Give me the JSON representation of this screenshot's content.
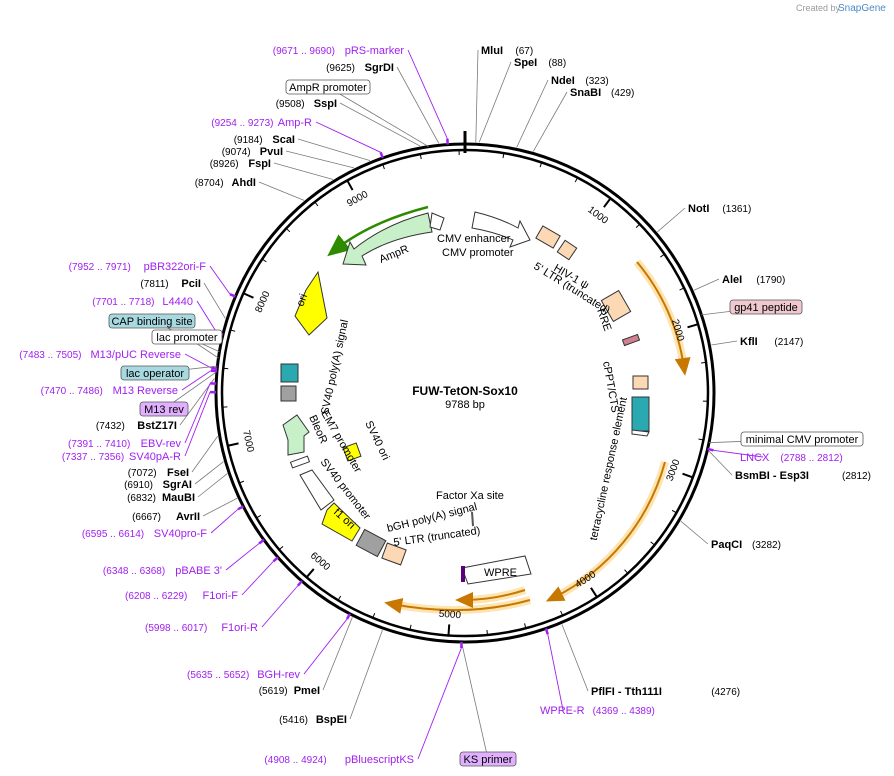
{
  "credit": {
    "prefix": "Created by",
    "brand": "SnapGene"
  },
  "map": {
    "name": "FUW-TetON-Sox10",
    "length": "9788 bp",
    "total_bp": 9788
  },
  "ticks": [
    {
      "bp": 1000,
      "label": "1000"
    },
    {
      "bp": 2000,
      "label": "2000"
    },
    {
      "bp": 3000,
      "label": "3000"
    },
    {
      "bp": 4000,
      "label": "4000"
    },
    {
      "bp": 5000,
      "label": "5000"
    },
    {
      "bp": 6000,
      "label": "6000"
    },
    {
      "bp": 7000,
      "label": "7000"
    },
    {
      "bp": 8000,
      "label": "8000"
    },
    {
      "bp": 9000,
      "label": "9000"
    }
  ],
  "enzymes": [
    {
      "name": "MluI",
      "pos": "(67)",
      "bp": 67
    },
    {
      "name": "SpeI",
      "pos": "(88)",
      "bp": 88
    },
    {
      "name": "NdeI",
      "pos": "(323)",
      "bp": 323
    },
    {
      "name": "SnaBI",
      "pos": "(429)",
      "bp": 429
    },
    {
      "name": "NotI",
      "pos": "(1361)",
      "bp": 1361
    },
    {
      "name": "AleI",
      "pos": "(1790)",
      "bp": 1790
    },
    {
      "name": "KflI",
      "pos": "(2147)",
      "bp": 2147
    },
    {
      "name": "BsmBI  -  Esp3I",
      "pos": "(2812)",
      "bp": 2812
    },
    {
      "name": "PaqCI",
      "pos": "(3282)",
      "bp": 3282
    },
    {
      "name": "PflFI  -  Tth111I",
      "pos": "(4276)",
      "bp": 4276
    },
    {
      "name": "BspEI",
      "pos": "(5416)",
      "bp": 5416
    },
    {
      "name": "PmeI",
      "pos": "(5619)",
      "bp": 5619
    },
    {
      "name": "AvrII",
      "pos": "(6667)",
      "bp": 6667
    },
    {
      "name": "MauBI",
      "pos": "(6832)",
      "bp": 6832
    },
    {
      "name": "SgrAI",
      "pos": "(6910)",
      "bp": 6910
    },
    {
      "name": "FseI",
      "pos": "(7072)",
      "bp": 7072
    },
    {
      "name": "BstZ17I",
      "pos": "(7432)",
      "bp": 7432
    },
    {
      "name": "PciI",
      "pos": "(7811)",
      "bp": 7811
    },
    {
      "name": "AhdI",
      "pos": "(8704)",
      "bp": 8704
    },
    {
      "name": "FspI",
      "pos": "(8926)",
      "bp": 8926
    },
    {
      "name": "PvuI",
      "pos": "(9074)",
      "bp": 9074
    },
    {
      "name": "ScaI",
      "pos": "(9184)",
      "bp": 9184
    },
    {
      "name": "SspI",
      "pos": "(9508)",
      "bp": 9508
    },
    {
      "name": "SgrDI",
      "pos": "(9625)",
      "bp": 9625
    }
  ],
  "primers": [
    {
      "name": "pRS-marker",
      "pos": "(9671 .. 9690)",
      "bp": 9680
    },
    {
      "name": "Amp-R",
      "pos": "(9254 .. 9273)",
      "bp": 9263
    },
    {
      "name": "pBR322ori-F",
      "pos": "(7952 .. 7971)",
      "bp": 7961
    },
    {
      "name": "L4440",
      "pos": "(7701 .. 7718)",
      "bp": 7710
    },
    {
      "name": "M13/pUC Reverse",
      "pos": "(7483 .. 7505)",
      "bp": 7494
    },
    {
      "name": "M13 Reverse",
      "pos": "(7470 .. 7486)",
      "bp": 7478
    },
    {
      "name": "EBV-rev",
      "pos": "(7391 .. 7410)",
      "bp": 7400
    },
    {
      "name": "SV40pA-R",
      "pos": "(7337 .. 7356)",
      "bp": 7346
    },
    {
      "name": "SV40pro-F",
      "pos": "(6595 .. 6614)",
      "bp": 6604
    },
    {
      "name": "pBABE 3'",
      "pos": "(6348 .. 6368)",
      "bp": 6358
    },
    {
      "name": "F1ori-F",
      "pos": "(6208 .. 6229)",
      "bp": 6218
    },
    {
      "name": "F1ori-R",
      "pos": "(5998 .. 6017)",
      "bp": 6007
    },
    {
      "name": "BGH-rev",
      "pos": "(5635 .. 5652)",
      "bp": 5643
    },
    {
      "name": "pBluescriptKS",
      "pos": "(4908 .. 4924)",
      "bp": 4916
    },
    {
      "name": "LNCX",
      "pos": "(2788 .. 2812)",
      "bp": 2800
    },
    {
      "name": "WPRE-R",
      "pos": "(4369 .. 4389)",
      "bp": 4379
    }
  ],
  "boxed_labels": [
    {
      "text": "AmpR promoter",
      "bp": 9560,
      "style": "white"
    },
    {
      "text": "CAP binding site",
      "bp": 7600,
      "style": "blue"
    },
    {
      "text": "lac promoter",
      "bp": 7560,
      "style": "white"
    },
    {
      "text": "lac operator",
      "bp": 7510,
      "style": "blue"
    },
    {
      "text": "M13 rev",
      "bp": 7475,
      "style": "purple"
    },
    {
      "text": "gp41 peptide",
      "bp": 1950,
      "style": "pink"
    },
    {
      "text": "minimal CMV promoter",
      "bp": 2760,
      "style": "white"
    },
    {
      "text": "KS primer",
      "bp": 4916,
      "style": "purple"
    }
  ],
  "features": [
    {
      "name": "CMV enhancer",
      "color": "#ffffff"
    },
    {
      "name": "CMV promoter",
      "color": "#ffffff"
    },
    {
      "name": "HIV-1 ψ",
      "color": "#fdd8b5"
    },
    {
      "name": "5' LTR (truncated)",
      "color": "#fdd8b5"
    },
    {
      "name": "RRE",
      "color": "#fdd8b5"
    },
    {
      "name": "cPPT/CTS",
      "color": "#fdd8b5"
    },
    {
      "name": "tetracycline response element",
      "color": "#2aa9b0"
    },
    {
      "name": "WPRE",
      "color": "#ffffff"
    },
    {
      "name": "Factor Xa site",
      "color": "#666666"
    },
    {
      "name": "5' LTR (truncated)",
      "color": "#fdd8b5"
    },
    {
      "name": "bGH poly(A) signal",
      "color": "#a0a0a0"
    },
    {
      "name": "f1 ori",
      "color": "#ffff00"
    },
    {
      "name": "SV40 promoter",
      "color": "#ffffff"
    },
    {
      "name": "EM7 promoter",
      "color": "#ffffff"
    },
    {
      "name": "BleoR",
      "color": "#c8f0c8"
    },
    {
      "name": "SV40 ori",
      "color": "#ffff00"
    },
    {
      "name": "SV40 poly(A) signal",
      "color": "#a0a0a0"
    },
    {
      "name": "ori",
      "color": "#ffff00"
    },
    {
      "name": "AmpR",
      "color": "#c8f0c8"
    }
  ],
  "colors": {
    "enzyme_text": "#000000",
    "primer": "#a020f0",
    "orf_arrow": "#f0a020",
    "green_arrow": "#2e8b00",
    "box_blue": "#a9d9e0",
    "box_purple": "#e0b0ff",
    "box_pink": "#f0c8d0"
  }
}
